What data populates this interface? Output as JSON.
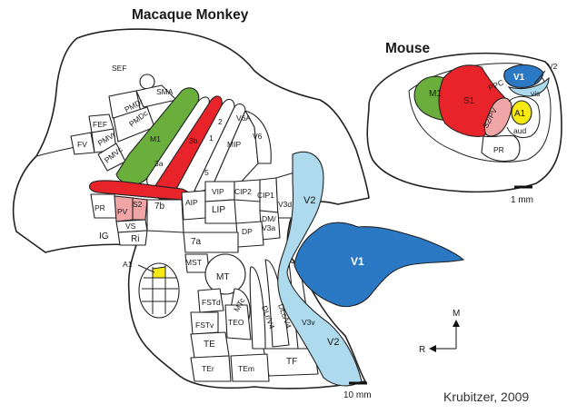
{
  "colors": {
    "motor_green": "#6aaf3b",
    "somato_red": "#e8242a",
    "somato_pink": "#f0a5a6",
    "visual_v1_blue": "#2b78c5",
    "visual_v2_lightblue": "#aedaee",
    "auditory_yellow": "#f7ea14"
  },
  "macaque": {
    "title": "Macaque Monkey",
    "areas": {
      "SEF": "SEF",
      "SMA": "SMA",
      "PMDr": "PMDr",
      "PMDc": "PMDc",
      "FEF": "FEF",
      "PMVr": "PMVr",
      "PMVc": "PMVc",
      "FV": "FV",
      "M1": "M1",
      "a3b": "3b",
      "a1": "1",
      "a2": "2",
      "a3a": "3a",
      "a5": "5",
      "V6A": "V6A",
      "V6": "V6",
      "MIP": "MIP",
      "PR": "PR",
      "PV": "PV",
      "S2": "S2",
      "VS": "VS",
      "Ri": "Ri",
      "IG": "IG",
      "a7b": "7b",
      "AIP": "AIP",
      "VIP": "VIP",
      "LIP": "LIP",
      "CIP2": "CIP2",
      "CIP1": "CIP1",
      "V3d": "V3d",
      "DM_V3a": "DM/\nV3a",
      "DP": "DP",
      "a7a": "7a",
      "A1": "A1",
      "MST": "MST",
      "MT": "MT",
      "FSTd": "FSTd",
      "FSTv": "FSTv",
      "MTc": "MTc",
      "TEO": "TEO",
      "DLr_V4": "DLr/V4",
      "DLc_V4": "DLc/V4",
      "V3v": "V3v",
      "TE": "TE",
      "TF": "TF",
      "TEr": "TEr",
      "TEm": "TEm",
      "V1": "V1",
      "V2_top": "V2",
      "V2_bottom": "V2"
    },
    "scale_bar_label": "10 mm"
  },
  "mouse": {
    "title": "Mouse",
    "areas": {
      "M1": "M1",
      "S1": "S1",
      "S2_PV": "S2/PV",
      "PR": "PR",
      "A1": "A1",
      "aud": "aud",
      "PPC": "PPC",
      "V1": "V1",
      "V2": "V2",
      "vis": "vis"
    },
    "scale_bar_label": "1 mm"
  },
  "orientation": {
    "medial": "M",
    "rostral": "R"
  },
  "credit": "Krubitzer, 2009"
}
